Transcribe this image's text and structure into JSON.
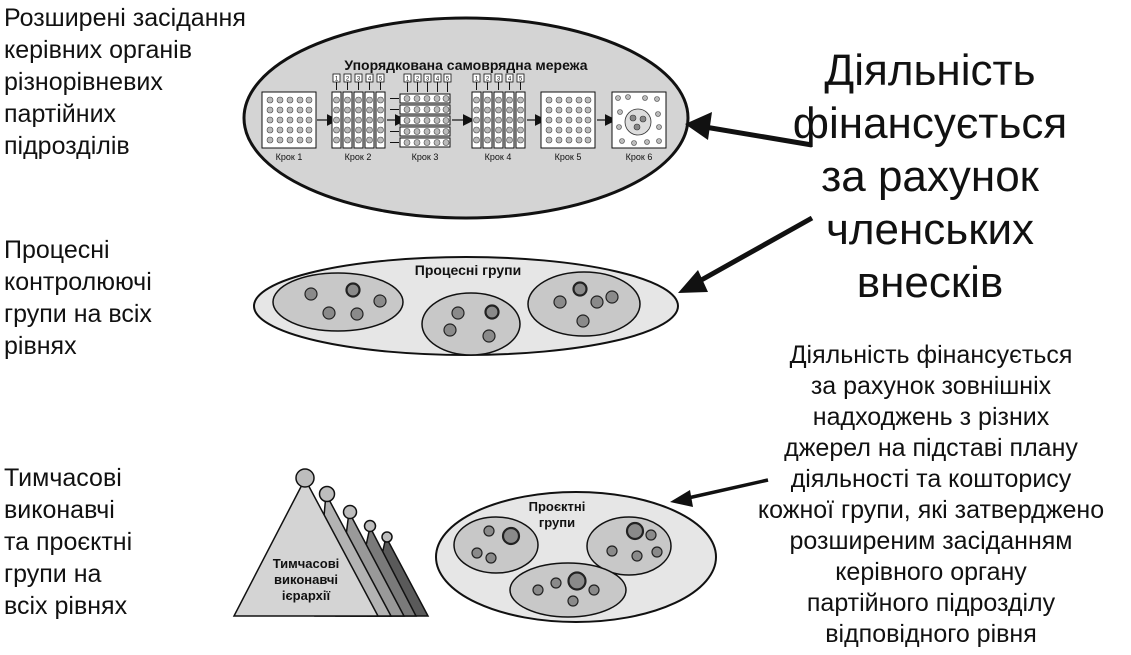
{
  "left_labels": {
    "top": "Розширені засідання\nкерівних органів\nрізнорівневих\nпартійних\nпідрозділів",
    "middle": "Процесні\nконтролюючі\nгрупи на всіх\nрівнях",
    "bottom": "Тимчасові\nвиконавчі\nта проєктні\nгрупи на\nвсіх рівнях"
  },
  "top_oval": {
    "title": "Упорядкована самоврядна мережа",
    "steps": [
      "Крок 1",
      "Крок 2",
      "Крок 3",
      "Крок 4",
      "Крок 5",
      "Крок 6"
    ],
    "step_marks": [
      "1",
      "2",
      "3",
      "4",
      "5"
    ]
  },
  "process_groups": {
    "label": "Процесні групи"
  },
  "project_groups": {
    "label": "Проєктні\nгрупи"
  },
  "temp_hierarchy": {
    "label": "Тимчасові\nвиконавчі\nієрархії"
  },
  "right_notes": {
    "member_fees": "Діяльність\nфінансується\nза рахунок\nчленських\nвнесків",
    "external_funding": "Діяльність фінансується\nза рахунок зовнішніх\nнадходжень з різних\nджерел на підставі плану\nдіяльності та кошторису\nкожної групи, які затверджено\nрозширеним засіданням\nкерівного органу\nпартійного підрозділу\nвідповідного рівня"
  },
  "colors": {
    "oval_fill": "#d4d4d4",
    "light_fill": "#e6e6e6",
    "node_fill": "#8a8a8a",
    "stroke": "#111111"
  }
}
